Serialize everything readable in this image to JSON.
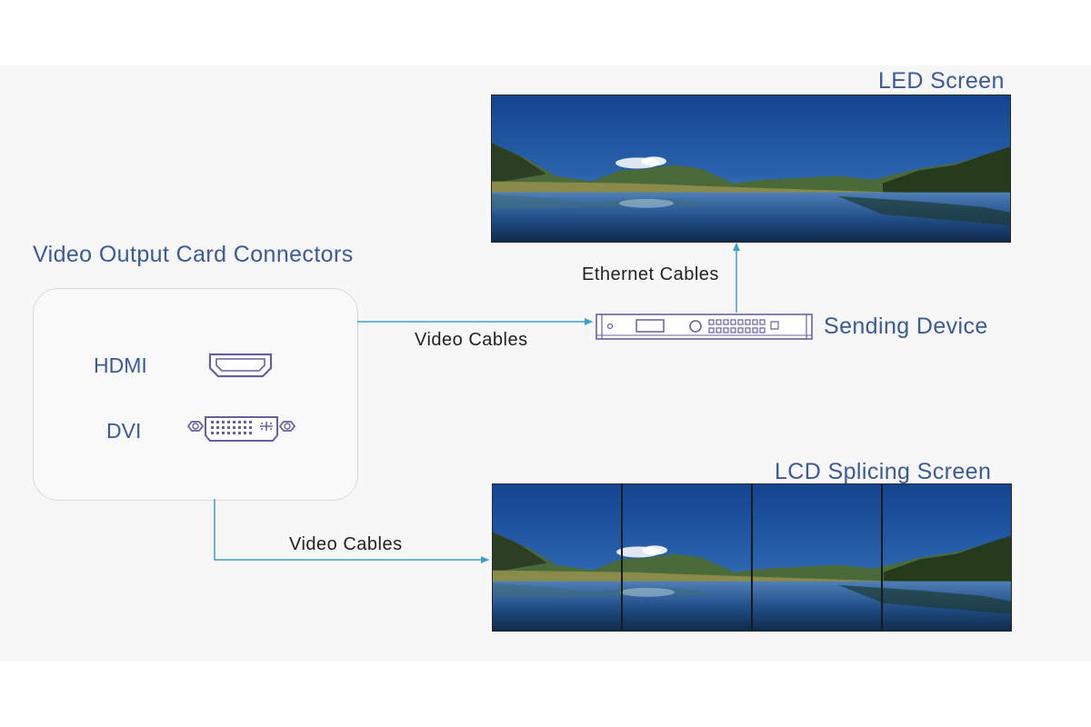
{
  "source_panel": {
    "title": "Video Output Card Connectors",
    "connectors": [
      {
        "label": "HDMI",
        "icon": "hdmi-port-icon"
      },
      {
        "label": "DVI",
        "icon": "dvi-port-icon"
      }
    ]
  },
  "led_path": {
    "cable_to_device": "Video Cables",
    "device_label": "Sending Device",
    "device_icon": "sending-device-icon",
    "cable_to_screen": "Ethernet Cables",
    "screen_label": "LED Screen"
  },
  "lcd_path": {
    "cable_to_screen": "Video Cables",
    "screen_label": "LCD Splicing Screen",
    "panel_count": 4
  },
  "colors": {
    "title_text": "#3b5a96",
    "connector_line": "#3aa0c8",
    "icon_stroke": "#6a5f9e",
    "sky": "#1d4f9e",
    "water": "#14365f"
  }
}
